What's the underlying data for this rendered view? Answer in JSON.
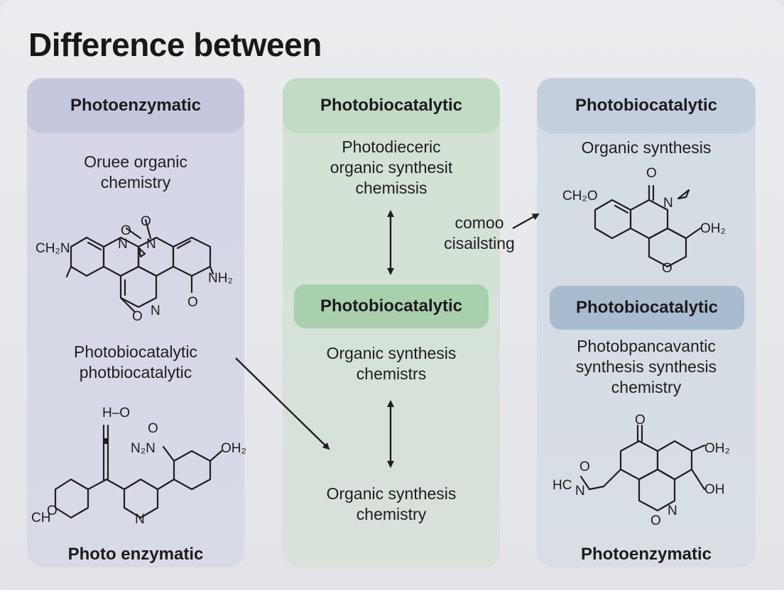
{
  "title": "Difference between",
  "columns": {
    "left": {
      "header": "Photoenzymatic",
      "text1": "Oruee organic\nchemistry",
      "text2": "Photobiocatalytic\nphotbiocatalytic",
      "footer": "Photo enzymatic",
      "mol1_labels": {
        "ch": "CH₂N",
        "o_top": "O",
        "o_left": "O",
        "n1": "N",
        "n2": "N",
        "nh2": "NH₂",
        "o_ketone": "O",
        "ring_o": "O",
        "ring_n": "N"
      },
      "mol2_labels": {
        "ho": "H–O",
        "o": "O",
        "n2n": "N₂N",
        "oh2": "OH₂",
        "ch": "CH",
        "o_ring": "O",
        "n": "N"
      }
    },
    "middle": {
      "header": "Photobiocatalytic",
      "text1": "Photodieceric\norganic synthesit\nchemissis",
      "pill": "Photobiocatalytic",
      "text2": "Organic synthesis\nchemistrs",
      "text3": "Organic synthesis\nchemistry"
    },
    "right": {
      "header": "Photobiocatalytic",
      "text1": "Organic synthesis",
      "pill": "Photobiocatalytic",
      "text2": "Photobpancavantic\nsynthesis synthesis\nchemistry",
      "footer": "Photoenzymatic",
      "mol1_labels": {
        "o_top": "O",
        "ch2o": "CH₂O",
        "n": "N",
        "oh2": "OH₂",
        "o_ring": "O"
      },
      "mol2_labels": {
        "o_top": "O",
        "oh2": "OH₂",
        "oh": "OH",
        "hc": "HC",
        "n_left": "N",
        "o_left": "O",
        "o_ring": "O",
        "n_ring": "N"
      }
    }
  },
  "connector_text": "comoo\ncisailsting"
}
